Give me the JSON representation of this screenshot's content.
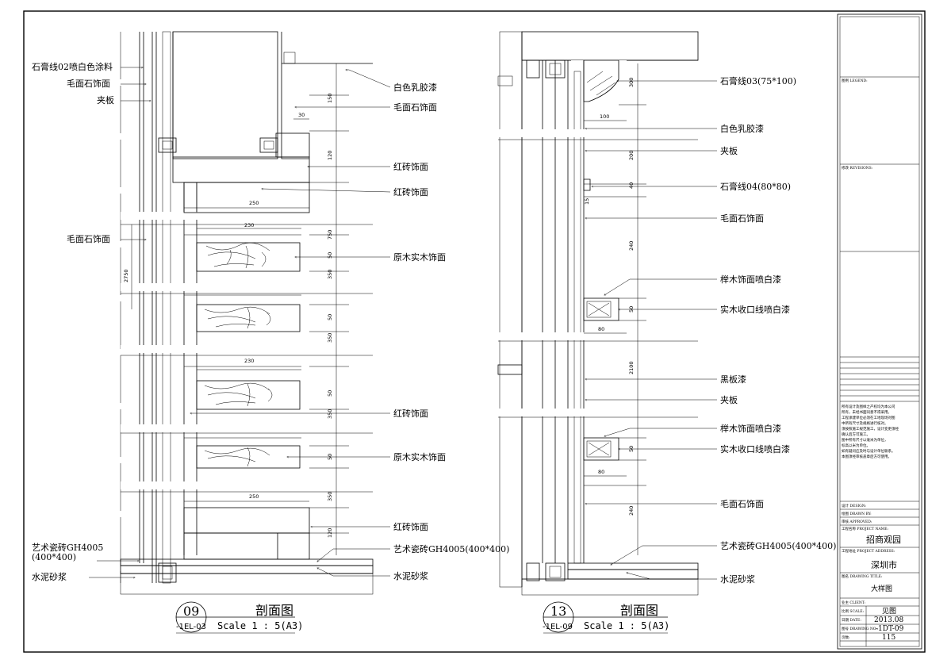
{
  "left_section": {
    "labels_left": [
      {
        "text": "石膏线02喷白色涂料"
      },
      {
        "text": "毛面石饰面"
      },
      {
        "text": "夹板"
      },
      {
        "text": "毛面石饰面"
      },
      {
        "text": "艺术瓷砖GH4005"
      },
      {
        "text": "(400*400)"
      },
      {
        "text": "水泥砂浆"
      }
    ],
    "labels_right": [
      {
        "text": "白色乳胶漆"
      },
      {
        "text": "毛面石饰面"
      },
      {
        "text": "红砖饰面"
      },
      {
        "text": "红砖饰面"
      },
      {
        "text": "原木实木饰面"
      },
      {
        "text": "红砖饰面"
      },
      {
        "text": "原木实木饰面"
      },
      {
        "text": "红砖饰面"
      },
      {
        "text": "艺术瓷砖GH4005(400*400)"
      },
      {
        "text": "水泥砂浆"
      }
    ],
    "dims": [
      "150",
      "30",
      "120",
      "250",
      "230",
      "750",
      "50",
      "350",
      "50",
      "350",
      "230",
      "50",
      "350",
      "50",
      "250",
      "350",
      "120",
      "2750"
    ],
    "bubble_number": "09",
    "bubble_ref": "-1EL-03",
    "title": "剖面图",
    "scale": "Scale 1 : 5(A3)"
  },
  "right_section": {
    "labels_right": [
      {
        "text": "石膏线03(75*100)"
      },
      {
        "text": "白色乳胶漆"
      },
      {
        "text": "夹板"
      },
      {
        "text": "石膏线04(80*80)"
      },
      {
        "text": "毛面石饰面"
      },
      {
        "text": "榉木饰面喷白漆"
      },
      {
        "text": "实木收口线喷白漆"
      },
      {
        "text": "黑板漆"
      },
      {
        "text": "夹板"
      },
      {
        "text": "榉木饰面喷白漆"
      },
      {
        "text": "实木收口线喷白漆"
      },
      {
        "text": "毛面石饰面"
      },
      {
        "text": "艺术瓷砖GH4005(400*400)"
      },
      {
        "text": "水泥砂浆"
      }
    ],
    "dims": [
      "300",
      "100",
      "200",
      "40",
      "15",
      "240",
      "50",
      "80",
      "2100",
      "50",
      "80",
      "240"
    ],
    "bubble_number": "13",
    "bubble_ref": "-1EL-09",
    "title": "剖面图",
    "scale": "Scale 1 : 5(A3)"
  },
  "title_block": {
    "legend_label": "图例 LEGEND:",
    "revisions_label": "修改 REVISIONS:",
    "notes": [
      "所有设计及图样之产权均为本公司",
      "所有，未经书面同意不得采用。",
      "工程承建单位必须在工地现场对图",
      "中所有尺寸及规格进行核对。",
      "须按照施工规范施工，设计变更须经",
      "确认后方可施工。",
      "图中所有尺寸以毫米为单位，",
      "标高以米为单位。",
      "如有疑问应及时与设计单位联系。",
      "本图须经审核盖章后方可使用。"
    ],
    "design_label": "设计 DESIGN:",
    "drawn_label": "绘图 DRAWN BY:",
    "approved_label": "审核 APPROVED:",
    "project_name_label": "工程名称 PROJECT NAME:",
    "project_name": "招商观园",
    "project_address_label": "工程地址 PROJECT ADDRESS:",
    "project_address": "深圳市",
    "drawing_title_label": "图名 DRAWING TITLE:",
    "drawing_title": "大样图",
    "client_label": "业主 CLIENT:",
    "scale_label": "比例 SCALE:",
    "scale_value": "见图",
    "date_label": "日期 DATE:",
    "date_value": "2013.08",
    "drawing_no_label": "图号 DRAWING NO.:",
    "drawing_no_value": "-1DT-09",
    "page_label": "页数:",
    "page_value": "115"
  }
}
